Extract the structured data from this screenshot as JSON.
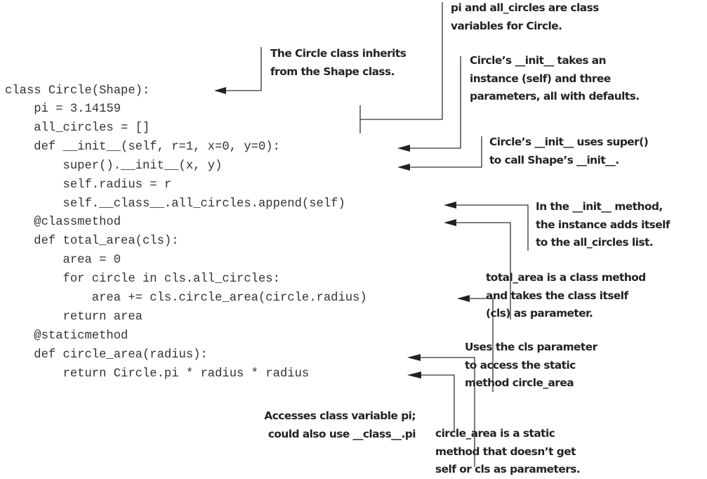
{
  "code": {
    "lines": [
      "class Circle(Shape):",
      "    pi = 3.14159",
      "    all_circles = []",
      "    def __init__(self, r=1, x=0, y=0):",
      "        super().__init__(x, y)",
      "        self.radius = r",
      "        self.__class__.all_circles.append(self)",
      "    @classmethod",
      "    def total_area(cls):",
      "        area = 0",
      "        for circle in cls.all_circles:",
      "            area += cls.circle_area(circle.radius)",
      "        return area",
      "    @staticmethod",
      "    def circle_area(radius):",
      "        return Circle.pi * radius * radius"
    ]
  },
  "annotations": {
    "inherits": "The Circle class inherits\nfrom the Shape class.",
    "class_vars": "pi and all_circles are class\nvariables for Circle.",
    "init_params": "Circle’s __init__ takes an\ninstance (self) and three\nparameters, all with defaults.",
    "super_call": "Circle’s __init__ uses super()\nto call Shape’s __init__.",
    "append_self": "In the __init__ method,\nthe instance adds itself\nto the all_circles list.",
    "classmethod": "total_area is a class method\nand takes the class itself\n(cls) as parameter.",
    "uses_cls": "Uses the cls parameter\nto access the static\nmethod circle_area",
    "class_var_pi": "Accesses class variable pi;\ncould also use __class__.pi",
    "staticmethod": "circle_area is a static\nmethod that doesn’t get\nself or cls as parameters."
  },
  "arrows": [
    {
      "name": "inherits-arrow",
      "from": "inherits",
      "to_line": 0
    },
    {
      "name": "class-vars-bracket",
      "from": "class_vars",
      "to_lines": [
        1,
        2
      ]
    },
    {
      "name": "init-params-arrow",
      "from": "init_params",
      "to_line": 3
    },
    {
      "name": "super-call-arrow",
      "from": "super_call",
      "to_line": 4
    },
    {
      "name": "append-self-arrow",
      "from": "append_self",
      "to_line": 6
    },
    {
      "name": "classmethod-arrow",
      "from": "classmethod",
      "to_line": 7
    },
    {
      "name": "uses-cls-arrow",
      "from": "uses_cls",
      "to_line": 11
    },
    {
      "name": "staticmethod-arrow",
      "from": "staticmethod",
      "to_line": 14
    },
    {
      "name": "class-var-pi-arrow",
      "from": "class_var_pi",
      "to_line": 15
    }
  ]
}
